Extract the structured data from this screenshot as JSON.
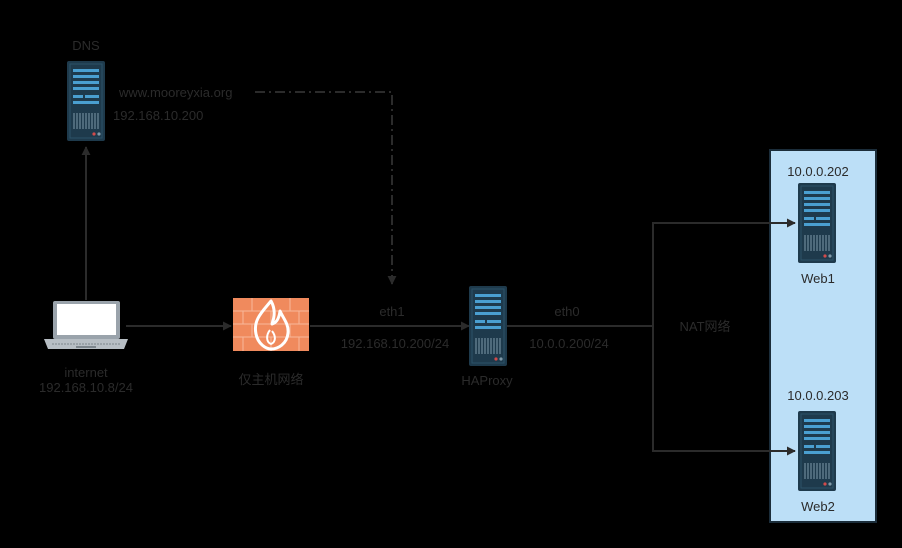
{
  "colors": {
    "background": "#000000",
    "connector": "#2b2b2b",
    "label_text": "#2b2b2b",
    "server_body": "#1e3a4c",
    "server_accent": "#4a9fd0",
    "firewall": "#f08a5d",
    "nat_zone_fill": "#bcdff7",
    "nat_zone_border": "#1b2d3a"
  },
  "nodes": {
    "dns": {
      "name": "DNS",
      "domain": "www.mooreyxia.org",
      "ip": "192.168.10.200",
      "icon": "server-icon"
    },
    "client": {
      "name": "internet",
      "ip": "192.168.10.8/24",
      "icon": "laptop-icon"
    },
    "firewall": {
      "name": "仅主机网络",
      "icon": "firewall-icon"
    },
    "haproxy": {
      "name": "HAProxy",
      "icon": "server-icon"
    },
    "web1": {
      "name": "Web1",
      "ip": "10.0.0.202",
      "icon": "server-icon"
    },
    "web2": {
      "name": "Web2",
      "ip": "10.0.0.203",
      "icon": "server-icon"
    }
  },
  "links": {
    "eth1": {
      "iface": "eth1",
      "ip": "192.168.10.200/24"
    },
    "eth0": {
      "iface": "eth0",
      "ip": "10.0.0.200/24"
    },
    "nat": {
      "label": "NAT网络"
    }
  }
}
